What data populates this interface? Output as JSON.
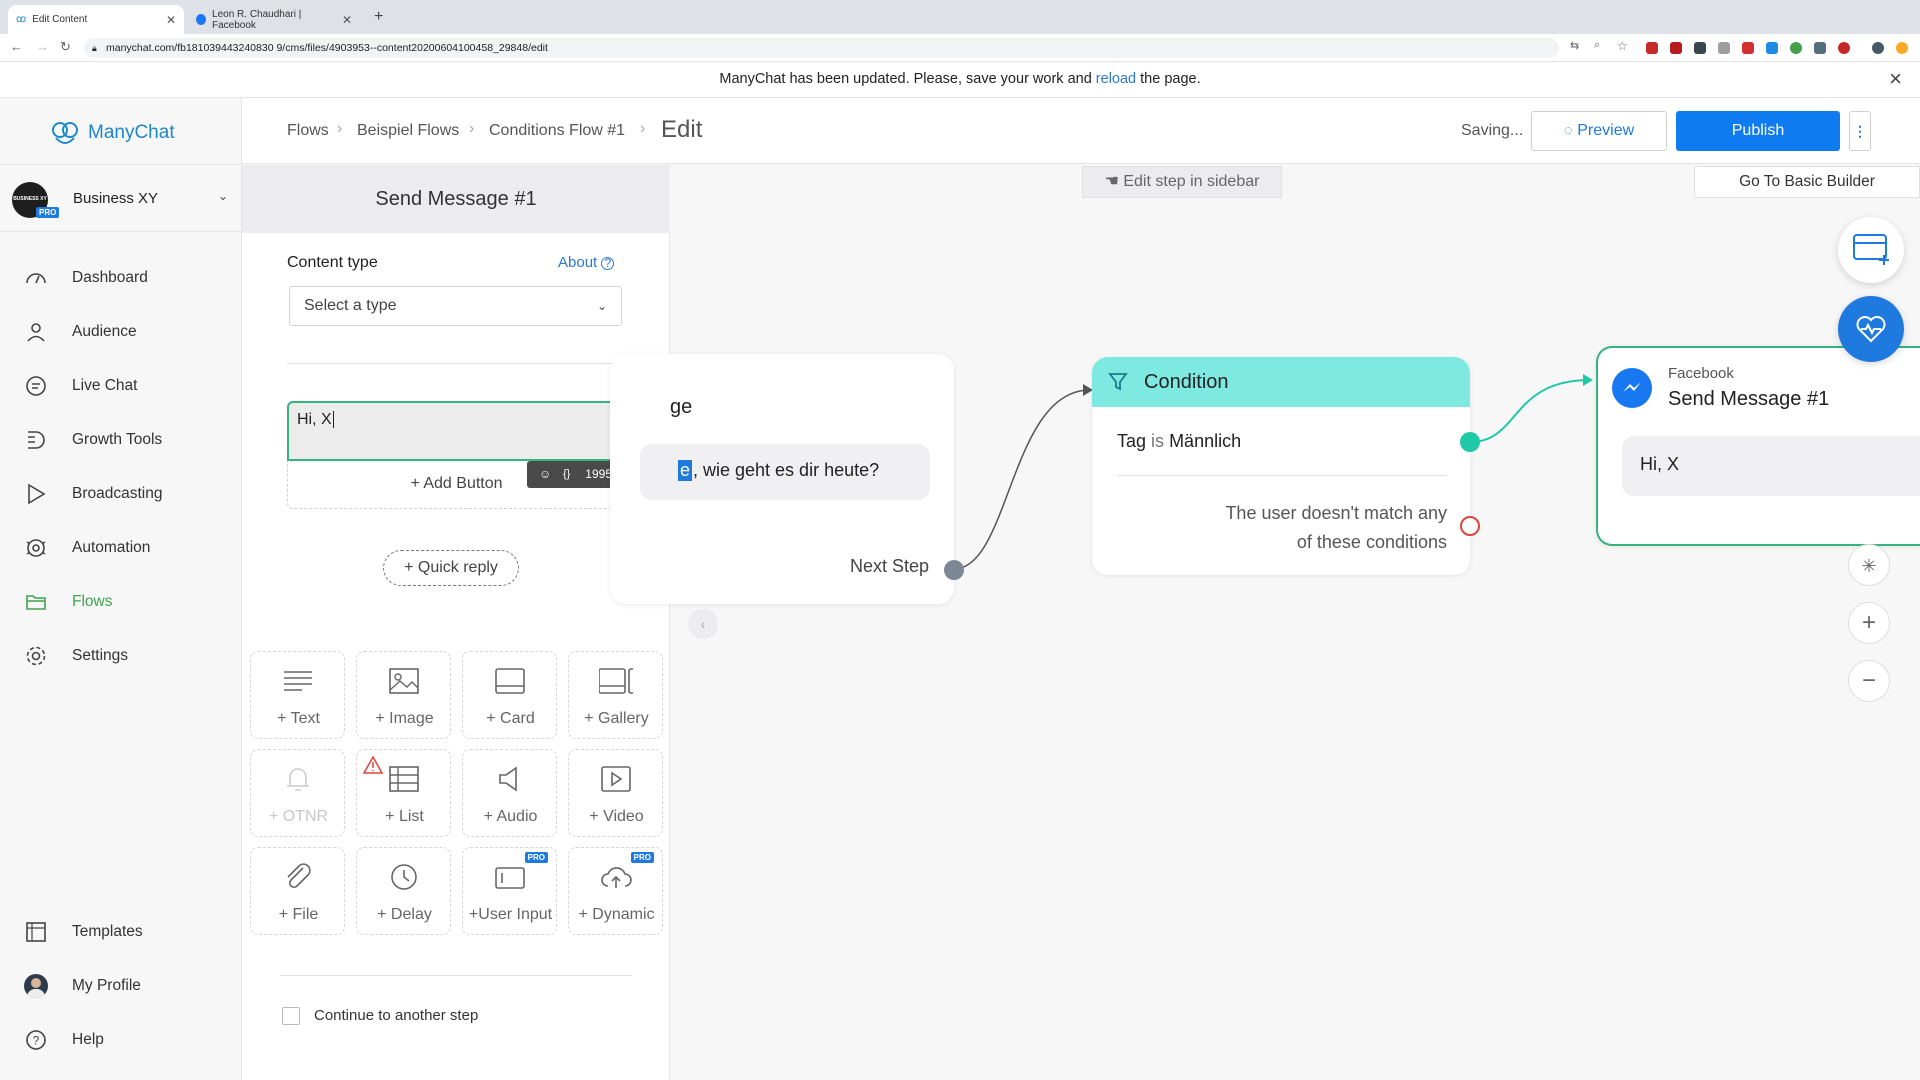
{
  "browser": {
    "tabs": [
      {
        "title": "Edit Content",
        "active": true
      },
      {
        "title": "Leon R. Chaudhari | Facebook",
        "active": false
      }
    ],
    "url": "manychat.com/fb181039443240830 9/cms/files/4903953--content20200604100458_29848/edit"
  },
  "banner": {
    "text_before": "ManyChat has been updated. Please, save your work and",
    "link": "reload",
    "text_after": "the page."
  },
  "brand": {
    "name": "ManyChat",
    "accent": "#1e88c8"
  },
  "account": {
    "name": "Business XY",
    "avatar_text": "BUSINESS XY",
    "badge": "PRO"
  },
  "nav": {
    "items": [
      {
        "label": "Dashboard",
        "icon": "dashboard-icon"
      },
      {
        "label": "Audience",
        "icon": "user-icon"
      },
      {
        "label": "Live Chat",
        "icon": "chat-icon"
      },
      {
        "label": "Growth Tools",
        "icon": "growth-icon"
      },
      {
        "label": "Broadcasting",
        "icon": "send-icon"
      },
      {
        "label": "Automation",
        "icon": "automation-icon"
      },
      {
        "label": "Flows",
        "icon": "folder-icon",
        "active": true
      },
      {
        "label": "Settings",
        "icon": "gear-icon"
      }
    ],
    "bottom": [
      {
        "label": "Templates",
        "icon": "templates-icon"
      },
      {
        "label": "My Profile",
        "icon": "avatar"
      },
      {
        "label": "Help",
        "icon": "help-icon"
      }
    ]
  },
  "header": {
    "breadcrumbs": [
      "Flows",
      "Beispiel Flows",
      "Conditions Flow #1"
    ],
    "title": "Edit",
    "status": "Saving...",
    "preview_label": "Preview",
    "publish_label": "Publish",
    "more_label": "⋮"
  },
  "panel": {
    "title": "Send Message #1",
    "content_type_label": "Content type",
    "about_label": "About",
    "select_placeholder": "Select a type",
    "message_text": "Hi, X",
    "char_count": "1995",
    "add_button_label": "+ Add Button",
    "quick_reply_label": "+ Quick reply",
    "tiles": [
      {
        "label": "+ Text",
        "icon": "text-icon"
      },
      {
        "label": "+ Image",
        "icon": "image-icon"
      },
      {
        "label": "+ Card",
        "icon": "card-icon"
      },
      {
        "label": "+ Gallery",
        "icon": "gallery-icon"
      },
      {
        "label": "+ OTNR",
        "icon": "bell-icon",
        "disabled": true
      },
      {
        "label": "+ List",
        "icon": "list-icon",
        "warning": true
      },
      {
        "label": "+ Audio",
        "icon": "audio-icon"
      },
      {
        "label": "+ Video",
        "icon": "video-icon"
      },
      {
        "label": "+ File",
        "icon": "paperclip-icon"
      },
      {
        "label": "+ Delay",
        "icon": "clock-icon"
      },
      {
        "label": "+User Input",
        "icon": "user-input-icon",
        "pro": "PRO"
      },
      {
        "label": "+ Dynamic",
        "icon": "cloud-icon",
        "pro": "PRO"
      }
    ],
    "continue_label": "Continue to another step"
  },
  "canvas": {
    "edit_hint": "Edit step in sidebar",
    "basic_builder_label": "Go To Basic Builder",
    "left_node": {
      "title_fragment": "ge",
      "highlight": "e",
      "message_fragment": ", wie geht es dir heute?",
      "next_step_label": "Next Step"
    },
    "condition_node": {
      "title": "Condition",
      "rule_prefix": "Tag",
      "rule_op": "is",
      "rule_value": "Männlich",
      "fallback_line1": "The user doesn't match any",
      "fallback_line2": "of these conditions"
    },
    "message_node": {
      "platform": "Facebook",
      "title": "Send Message #1",
      "text": "Hi, X"
    },
    "zoom_in": "+",
    "zoom_out": "−"
  },
  "colors": {
    "primary": "#0f7bf0",
    "green": "#36b37e",
    "condition_teal": "#7de9e0",
    "connector_teal": "#1fc8a6",
    "fallback_red": "#e0433a"
  }
}
